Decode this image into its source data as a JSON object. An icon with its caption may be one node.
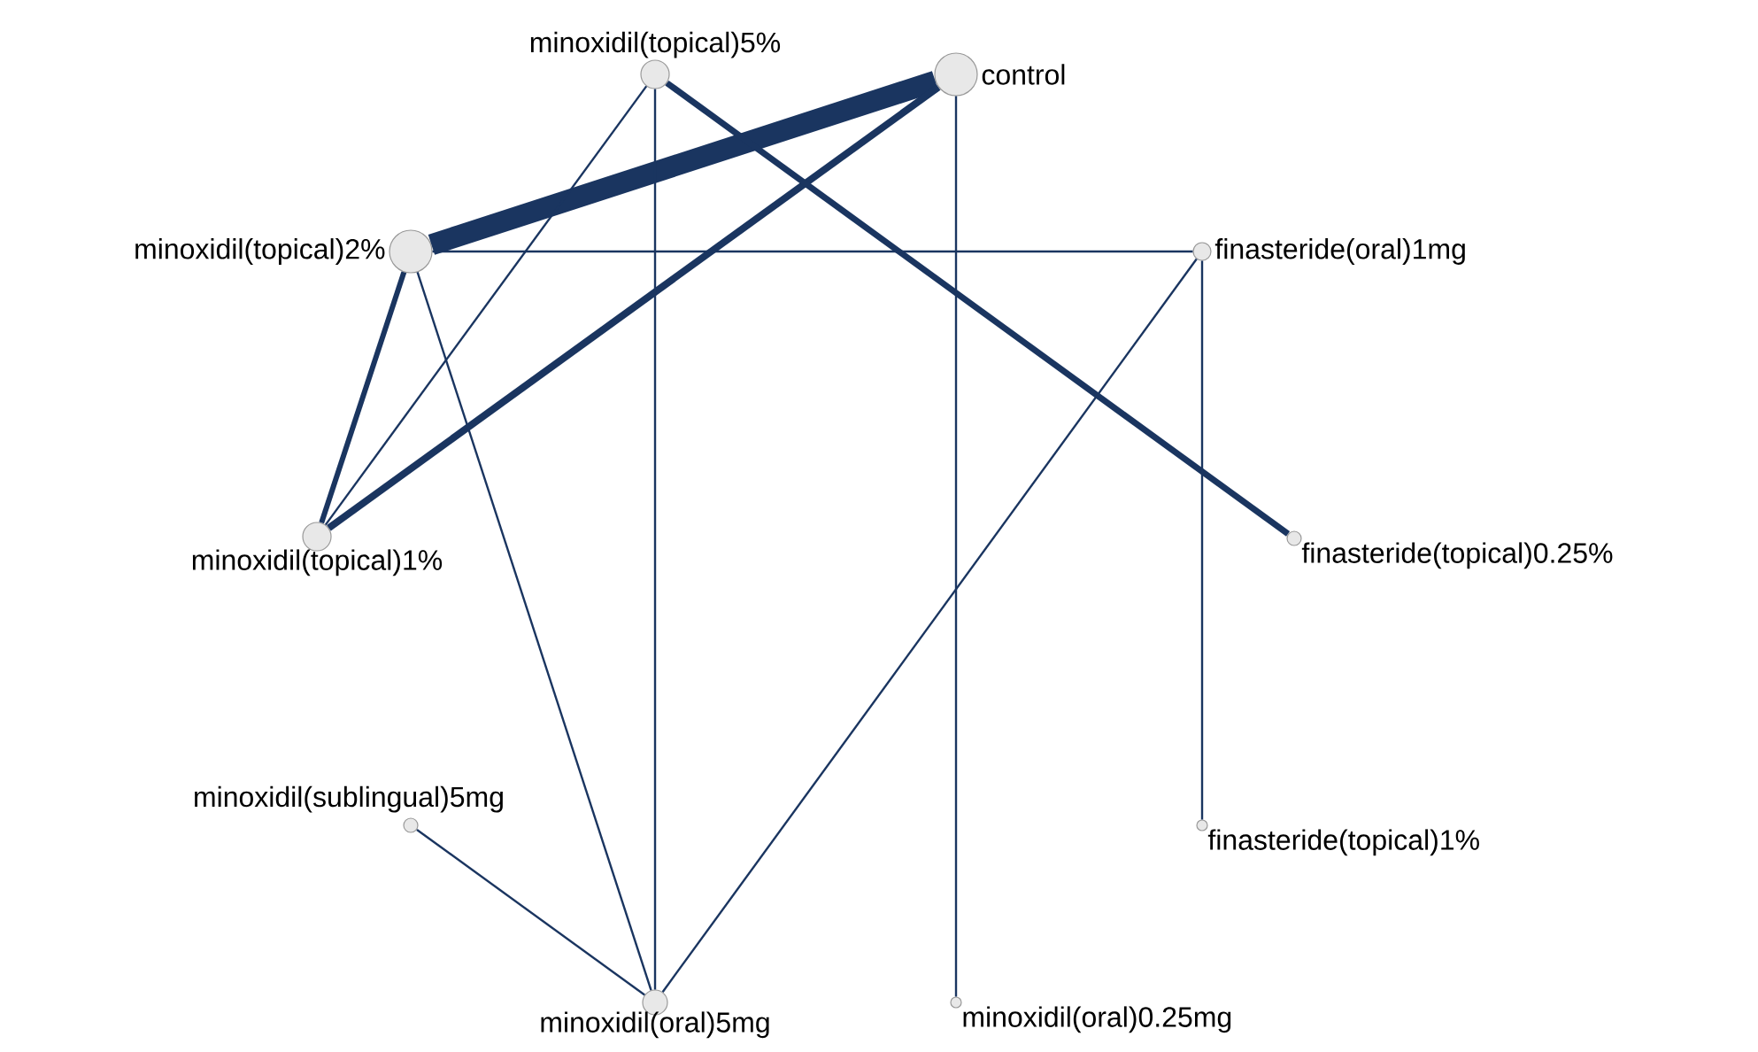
{
  "diagram": {
    "nodes": [
      {
        "text": [],
        "shape": "circle",
        "beside": [
          "minoxidil(topical)5%"
        ]
      },
      {
        "text": [],
        "shape": "circle",
        "beside": [
          "control"
        ]
      },
      {
        "text": [],
        "shape": "circle",
        "beside": [
          "minoxidil(topical)2%"
        ]
      },
      {
        "text": [],
        "shape": "circle",
        "beside": [
          "finasteride(oral)1mg"
        ]
      },
      {
        "text": [],
        "shape": "circle",
        "beside": [
          "minoxidil(topical)1%"
        ]
      },
      {
        "text": [],
        "shape": "circle",
        "beside": [
          "finasteride(topical)0.25%"
        ]
      },
      {
        "text": [],
        "shape": "circle",
        "beside": [
          "minoxidil(sublingual)5mg"
        ]
      },
      {
        "text": [],
        "shape": "circle",
        "beside": [
          "finasteride(topical)1%"
        ]
      },
      {
        "text": [],
        "shape": "circle",
        "beside": [
          "minoxidil(oral)5mg"
        ]
      },
      {
        "text": [],
        "shape": "circle",
        "beside": [
          "minoxidil(oral)0.25mg"
        ]
      }
    ],
    "edges": [
      {
        "from": 1,
        "to": 2,
        "arrow": "none",
        "style": "thick"
      },
      {
        "from": 1,
        "to": 4,
        "arrow": "none",
        "style": "thick"
      },
      {
        "from": 0,
        "to": 5,
        "arrow": "none",
        "style": "thick"
      },
      {
        "from": 2,
        "to": 4,
        "arrow": "none",
        "style": "thick"
      },
      {
        "from": 0,
        "to": 4,
        "arrow": "none"
      },
      {
        "from": 0,
        "to": 8,
        "arrow": "none"
      },
      {
        "from": 1,
        "to": 9,
        "arrow": "none"
      },
      {
        "from": 2,
        "to": 3,
        "arrow": "none"
      },
      {
        "from": 2,
        "to": 8,
        "arrow": "none"
      },
      {
        "from": 3,
        "to": 8,
        "arrow": "none"
      },
      {
        "from": 3,
        "to": 7,
        "arrow": "none"
      },
      {
        "from": 6,
        "to": 8,
        "arrow": "none"
      }
    ]
  }
}
